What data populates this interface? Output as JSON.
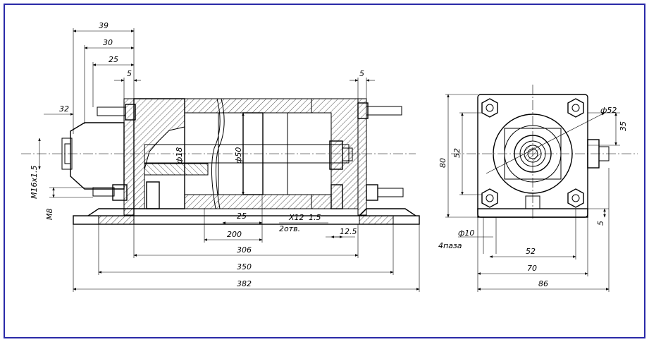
{
  "front_view": {
    "dims": {
      "d39": "39",
      "d30": "30",
      "d25_top": "25",
      "d5_left": "5",
      "d5_right": "5",
      "d32": "32",
      "m16": "M16x1.5",
      "m8": "M8",
      "phi18": "ф18",
      "phi50": "ф50",
      "d25_mid": "25",
      "d200": "200",
      "x12": "X12",
      "x15": "1.5",
      "holes": "2отв.",
      "d12_5": "12.5",
      "d306": "306",
      "d350": "350",
      "d382": "382"
    }
  },
  "side_view": {
    "dims": {
      "phi52": "ф52",
      "d35": "35",
      "d80": "80",
      "d52_v": "52",
      "d5": "5",
      "phi10": "ф10",
      "slots": "4паза",
      "d52_h": "52",
      "d70": "70",
      "d86": "86"
    }
  }
}
